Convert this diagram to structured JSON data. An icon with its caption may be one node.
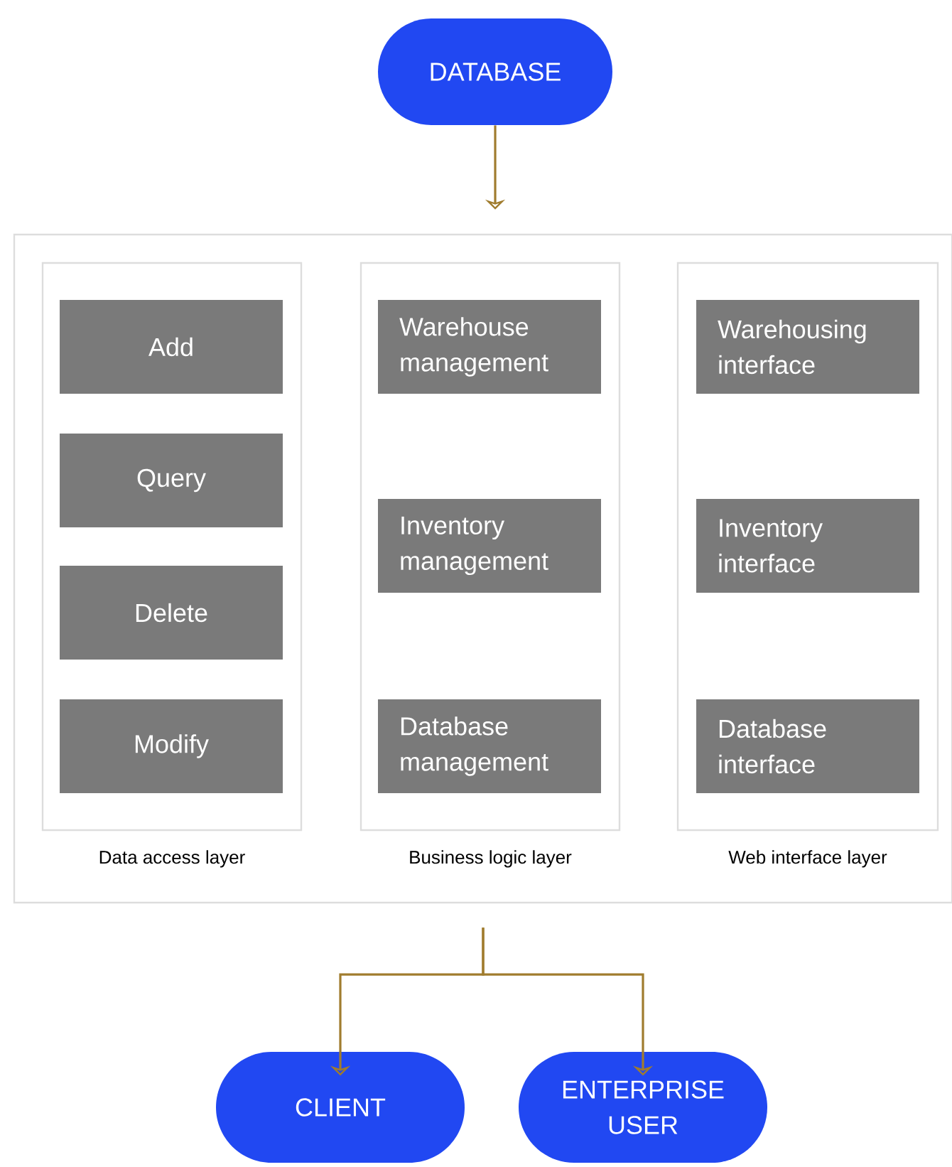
{
  "diagram": {
    "nodes": [
      {
        "text": [
          "DATABASE"
        ]
      },
      {
        "text": [],
        "shape": "box"
      },
      {
        "text": [
          "Data access layer"
        ],
        "in": 1
      },
      {
        "text": [
          "Add"
        ],
        "in": 2
      },
      {
        "text": [
          "Query"
        ],
        "in": 2
      },
      {
        "text": [
          "Delete"
        ],
        "in": 2
      },
      {
        "text": [
          "Modify"
        ],
        "in": 2
      },
      {
        "text": [
          "Business logic layer"
        ],
        "in": 1
      },
      {
        "text": [
          "Warehouse management"
        ],
        "in": 7
      },
      {
        "text": [
          "Inventory management"
        ],
        "in": 7
      },
      {
        "text": [
          "Database management"
        ],
        "in": 7
      },
      {
        "text": [
          "Web interface layer"
        ],
        "in": 1
      },
      {
        "text": [
          "Warehousing interface"
        ],
        "in": 11
      },
      {
        "text": [
          "Inventory interface"
        ],
        "in": 11
      },
      {
        "text": [
          "Database interface"
        ],
        "in": 11
      },
      {
        "text": [
          "CLIENT"
        ]
      },
      {
        "text": [
          "ENTERPRISE USER"
        ]
      }
    ],
    "edges": [
      {
        "from": 0,
        "to": 1,
        "arrow": "to"
      },
      {
        "from": 1,
        "to": 15,
        "arrow": "to"
      },
      {
        "from": 1,
        "to": 16,
        "arrow": "to"
      }
    ]
  }
}
